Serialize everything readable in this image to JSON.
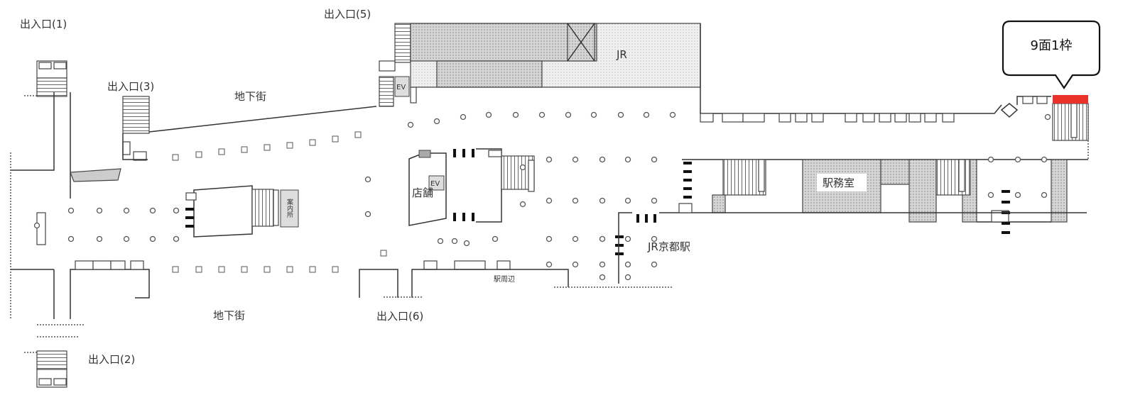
{
  "map": {
    "entrances": {
      "e1": "出入口(1)",
      "e2": "出入口(2)",
      "e3": "出入口(3)",
      "e5": "出入口(5)",
      "e6": "出入口(6)"
    },
    "areas": {
      "underground_mall_upper": "地下街",
      "underground_mall_lower": "地下街",
      "jr": "JR",
      "jr_kyoto_station": "JR京都駅",
      "station_office": "駅務室",
      "shop": "店舗",
      "info_center": "案内所",
      "station_area": "駅周辺",
      "ev_1": "EV",
      "ev_2": "EV"
    },
    "callout": {
      "label": "9面1枠",
      "highlight_color": "#e8322a"
    }
  }
}
